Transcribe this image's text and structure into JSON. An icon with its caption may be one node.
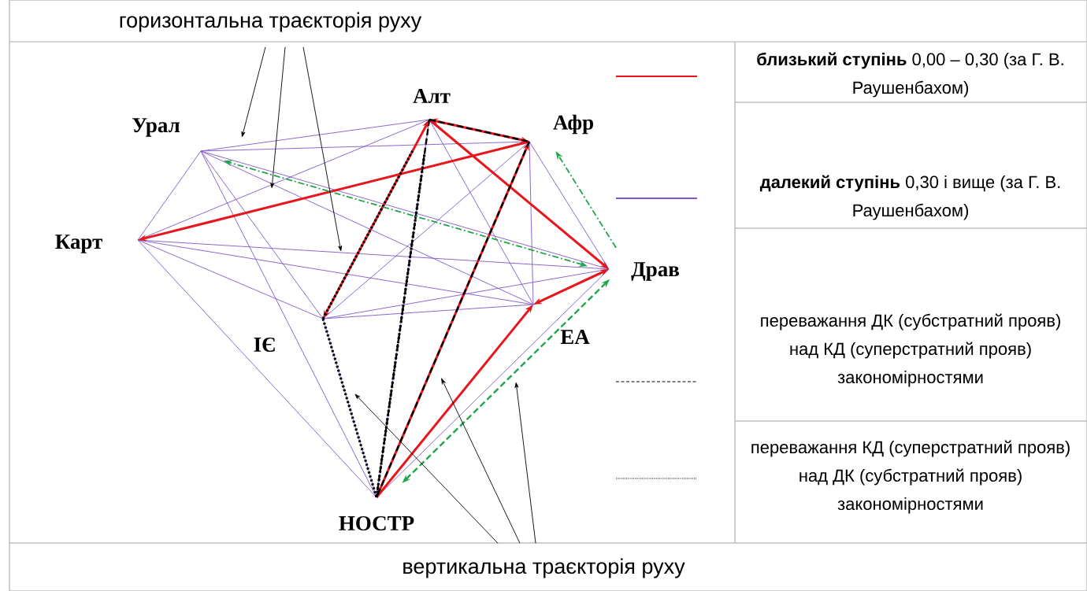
{
  "diagram": {
    "nodes": [
      {
        "text": [
          "горизонтальна траєкторія руху"
        ]
      },
      {
        "text": [
          "Алт"
        ]
      },
      {
        "text": [
          "Урал"
        ]
      },
      {
        "text": [
          "Афр"
        ]
      },
      {
        "text": [
          "Карт"
        ]
      },
      {
        "text": [
          "Драв"
        ]
      },
      {
        "text": [
          "ІЄ"
        ]
      },
      {
        "text": [
          "ЕА"
        ]
      },
      {
        "text": [
          "НОСТР"
        ]
      },
      {
        "text": [
          "вертикальна траєкторія руху"
        ]
      }
    ],
    "edges": [
      {
        "from": 1,
        "to": 2,
        "arrow": "none"
      },
      {
        "from": 1,
        "to": 4,
        "arrow": "none"
      },
      {
        "from": 1,
        "to": 7,
        "arrow": "none"
      },
      {
        "from": 1,
        "to": 8,
        "arrow": "none"
      },
      {
        "from": 2,
        "to": 3,
        "arrow": "none"
      },
      {
        "from": 2,
        "to": 4,
        "arrow": "none"
      },
      {
        "from": 2,
        "to": 5,
        "arrow": "none"
      },
      {
        "from": 2,
        "to": 6,
        "arrow": "none"
      },
      {
        "from": 2,
        "to": 7,
        "arrow": "none"
      },
      {
        "from": 2,
        "to": 8,
        "arrow": "none"
      },
      {
        "from": 3,
        "to": 5,
        "arrow": "none"
      },
      {
        "from": 3,
        "to": 6,
        "arrow": "none"
      },
      {
        "from": 3,
        "to": 7,
        "arrow": "none"
      },
      {
        "from": 4,
        "to": 5,
        "arrow": "none"
      },
      {
        "from": 4,
        "to": 6,
        "arrow": "none"
      },
      {
        "from": 4,
        "to": 7,
        "arrow": "none"
      },
      {
        "from": 4,
        "to": 8,
        "arrow": "none"
      },
      {
        "from": 5,
        "to": 6,
        "arrow": "none"
      },
      {
        "from": 5,
        "to": 7,
        "arrow": "none"
      },
      {
        "from": 5,
        "to": 8,
        "arrow": "none"
      },
      {
        "from": 6,
        "to": 7,
        "arrow": "none"
      },
      {
        "from": 6,
        "to": 8,
        "arrow": "none"
      },
      {
        "from": 7,
        "to": 8,
        "arrow": "none"
      },
      {
        "from": 3,
        "to": 4,
        "arrow": "to",
        "style": "thick",
        "color": "#e8161c"
      },
      {
        "from": 1,
        "to": 3,
        "arrow": "both",
        "style": "thick",
        "color": "#e8161c"
      },
      {
        "from": 6,
        "to": 1,
        "arrow": "both",
        "style": "thick",
        "color": "#e8161c"
      },
      {
        "from": 1,
        "to": 5,
        "arrow": "to",
        "style": "thick",
        "color": "#e8161c"
      },
      {
        "from": 5,
        "to": 7,
        "arrow": "both",
        "style": "thick",
        "color": "#e8161c"
      },
      {
        "from": 8,
        "to": 7,
        "arrow": "to",
        "style": "thick",
        "color": "#e8161c"
      },
      {
        "from": 8,
        "to": 3,
        "arrow": "to",
        "style": "thick",
        "color": "#e8161c"
      },
      {
        "from": 1,
        "to": 3,
        "arrow": "none",
        "style": "dashed",
        "color": "#000000"
      },
      {
        "from": 3,
        "to": 8,
        "arrow": "none",
        "style": "dashed",
        "color": "#000000"
      },
      {
        "from": 1,
        "to": 8,
        "arrow": "none",
        "style": "dashed",
        "color": "#000000"
      },
      {
        "from": 6,
        "to": 8,
        "arrow": "none",
        "style": "dashed",
        "color": "#000000"
      },
      {
        "from": 1,
        "to": 8,
        "arrow": "none",
        "style": "dashed",
        "color": "#000000"
      },
      {
        "from": 1,
        "to": 6,
        "arrow": "none",
        "style": "dashed",
        "color": "#000000"
      },
      {
        "from": 5,
        "to": 2,
        "arrow": "both",
        "style": "dashed",
        "color": "#1fa64b"
      },
      {
        "from": 5,
        "to": 3,
        "arrow": "to",
        "style": "dashed",
        "color": "#1fa64b"
      },
      {
        "from": 5,
        "to": 8,
        "arrow": "both",
        "style": "dashed",
        "color": "#1fa64b"
      },
      {
        "from": 0,
        "to": null,
        "arrow": "to",
        "color": "#000000"
      },
      {
        "from": 0,
        "to": null,
        "arrow": "to",
        "color": "#000000"
      },
      {
        "from": 0,
        "to": null,
        "arrow": "to",
        "color": "#000000"
      },
      {
        "from": 9,
        "to": null,
        "arrow": "to",
        "color": "#000000"
      },
      {
        "from": 9,
        "to": null,
        "arrow": "to",
        "color": "#000000"
      },
      {
        "from": 9,
        "to": null,
        "arrow": "to",
        "color": "#000000"
      }
    ],
    "legend": [
      {
        "text": "**близький ступінь** 0,00 – 0,30 (за Г. В. Раушенбахом)"
      },
      {
        "text": "**далекий ступінь** 0,30 і вище (за Г. В. Раушенбахом)"
      },
      {
        "text": "переважання ДК (субстратний прояв) над КД (суперстратний прояв) закономірностями"
      },
      {
        "text": "переважання КД (суперстратний прояв) над ДК (субстратний прояв) закономірностями"
      }
    ]
  }
}
